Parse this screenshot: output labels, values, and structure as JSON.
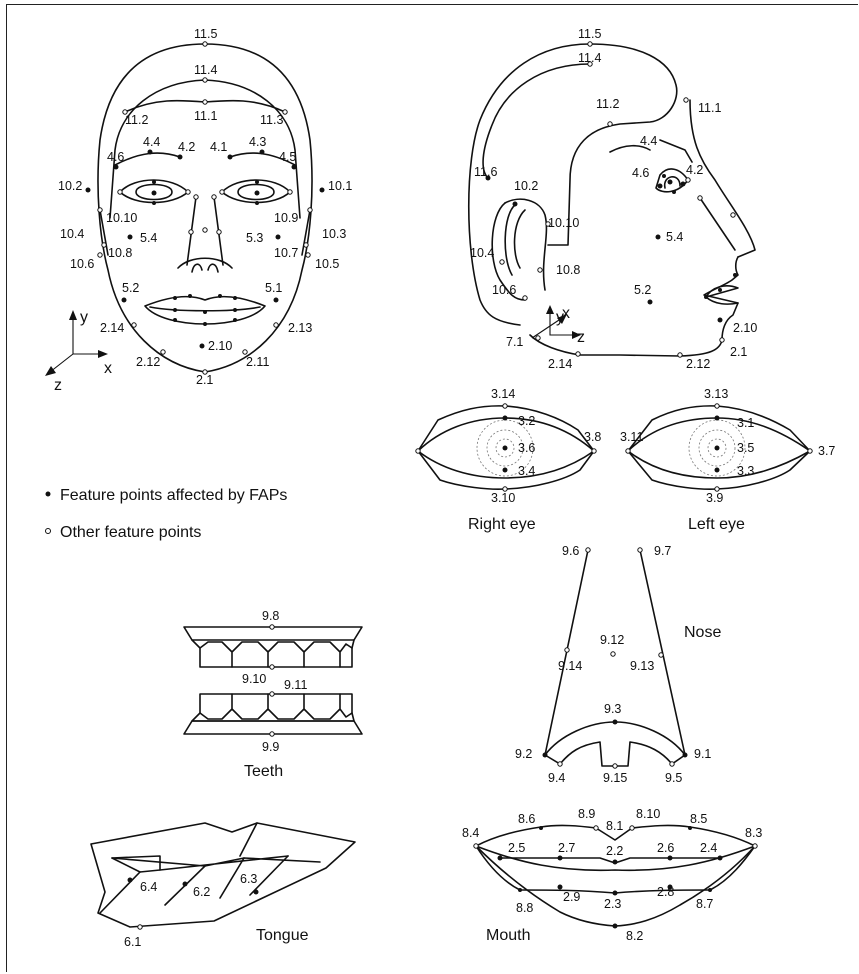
{
  "front_face": {
    "labels": [
      "11.5",
      "11.4",
      "11.2",
      "11.1",
      "11.3",
      "4.4",
      "4.2",
      "4.1",
      "4.3",
      "4.6",
      "4.5",
      "10.2",
      "10.1",
      "10.10",
      "10.9",
      "10.4",
      "10.3",
      "5.4",
      "5.3",
      "10.8",
      "10.7",
      "10.6",
      "10.5",
      "5.2",
      "5.1",
      "2.14",
      "2.13",
      "2.10",
      "2.12",
      "2.11",
      "2.1"
    ],
    "axes": {
      "y": "y",
      "x": "x",
      "z": "z"
    }
  },
  "side_face": {
    "labels": [
      "11.5",
      "11.4",
      "11.2",
      "11.1",
      "4.4",
      "11.6",
      "10.2",
      "4.6",
      "4.2",
      "10.10",
      "5.4",
      "10.4",
      "10.8",
      "10.6",
      "5.2",
      "2.10",
      "7.1",
      "2.1",
      "2.14",
      "2.12"
    ],
    "axes": {
      "y": "y",
      "x": "x",
      "z": "z"
    }
  },
  "right_eye": {
    "caption": "Right eye",
    "labels": [
      "3.14",
      "3.2",
      "3.6",
      "3.8",
      "3.4",
      "3.10"
    ]
  },
  "left_eye": {
    "caption": "Left eye",
    "labels": [
      "3.13",
      "3.1",
      "3.11",
      "3.5",
      "3.7",
      "3.3",
      "3.9"
    ]
  },
  "legend": {
    "affected": "Feature points affected by FAPs",
    "other": "Other feature points"
  },
  "nose": {
    "caption": "Nose",
    "labels": [
      "9.6",
      "9.7",
      "9.12",
      "9.14",
      "9.13",
      "9.3",
      "9.2",
      "9.1",
      "9.4",
      "9.15",
      "9.5"
    ]
  },
  "teeth": {
    "caption": "Teeth",
    "labels": [
      "9.8",
      "9.10",
      "9.11",
      "9.9"
    ]
  },
  "tongue": {
    "caption": "Tongue",
    "labels": [
      "6.4",
      "6.2",
      "6.3",
      "6.1"
    ]
  },
  "mouth": {
    "caption": "Mouth",
    "labels": [
      "8.6",
      "8.9",
      "8.10",
      "8.5",
      "8.4",
      "8.1",
      "8.3",
      "2.5",
      "2.7",
      "2.6",
      "2.4",
      "2.2",
      "2.9",
      "2.8",
      "8.8",
      "2.3",
      "8.7",
      "8.2"
    ]
  }
}
